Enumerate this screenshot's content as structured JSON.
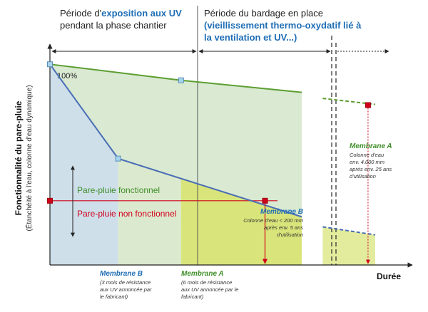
{
  "chart_data": {
    "type": "line",
    "title": "",
    "ylabel": "Fonctionnalité du pare-pluie",
    "ylabel_sub": "(Étanchéité à l'eau, colonne d'eau dynamique)",
    "xlabel": "Durée",
    "y_top_label": "100%",
    "phases": {
      "uv_prefix": "Période d'",
      "uv_bold": "exposition aux UV",
      "uv_line2": "pendant la phase chantier",
      "bardage_line1": "Période du bardage en place",
      "bardage_bold1": "(vieillissement thermo-oxydatif lié à",
      "bardage_bold2": "la ventilation et UV...)"
    },
    "zones": {
      "functional": "Pare-pluie fonctionnel",
      "non_functional": "Pare-pluie non fonctionnel"
    },
    "series": [
      {
        "name": "Membrane A",
        "color": "#5c9e31",
        "points": [
          [
            0,
            100
          ],
          [
            2.5,
            92
          ],
          [
            4.8,
            86
          ]
        ],
        "dashed_points": [
          [
            5.2,
            83
          ],
          [
            6.2,
            80
          ]
        ]
      },
      {
        "name": "Membrane B",
        "color": "#4a6db5",
        "points": [
          [
            0,
            100
          ],
          [
            1.3,
            53
          ],
          [
            4.8,
            24
          ]
        ],
        "dashed_points": [
          [
            5.2,
            19
          ],
          [
            6.2,
            15
          ]
        ]
      }
    ],
    "threshold": 32,
    "xlim": [
      0,
      6.5
    ],
    "ylim": [
      0,
      110
    ]
  },
  "annotations": {
    "membrane_a_right": {
      "title": "Membrane A",
      "lines": [
        "Colonne d'eau",
        "env. 4.000 mm",
        "après env. 25 ans",
        "d'utilisation"
      ]
    },
    "membrane_b_right": {
      "title": "Membrane B",
      "lines": [
        "Colonne d'eau < 200 mm",
        "après env. 5 ans",
        "d'utilisation"
      ]
    },
    "membrane_b_bottom": {
      "title": "Membrane B",
      "lines": [
        "(3 mois de résistance",
        "aux UV annoncée par",
        "le fabricant)"
      ]
    },
    "membrane_a_bottom": {
      "title": "Membrane A",
      "lines": [
        "(6 mois de résistance",
        "aux UV annoncée par le",
        "fabricant)"
      ]
    }
  }
}
